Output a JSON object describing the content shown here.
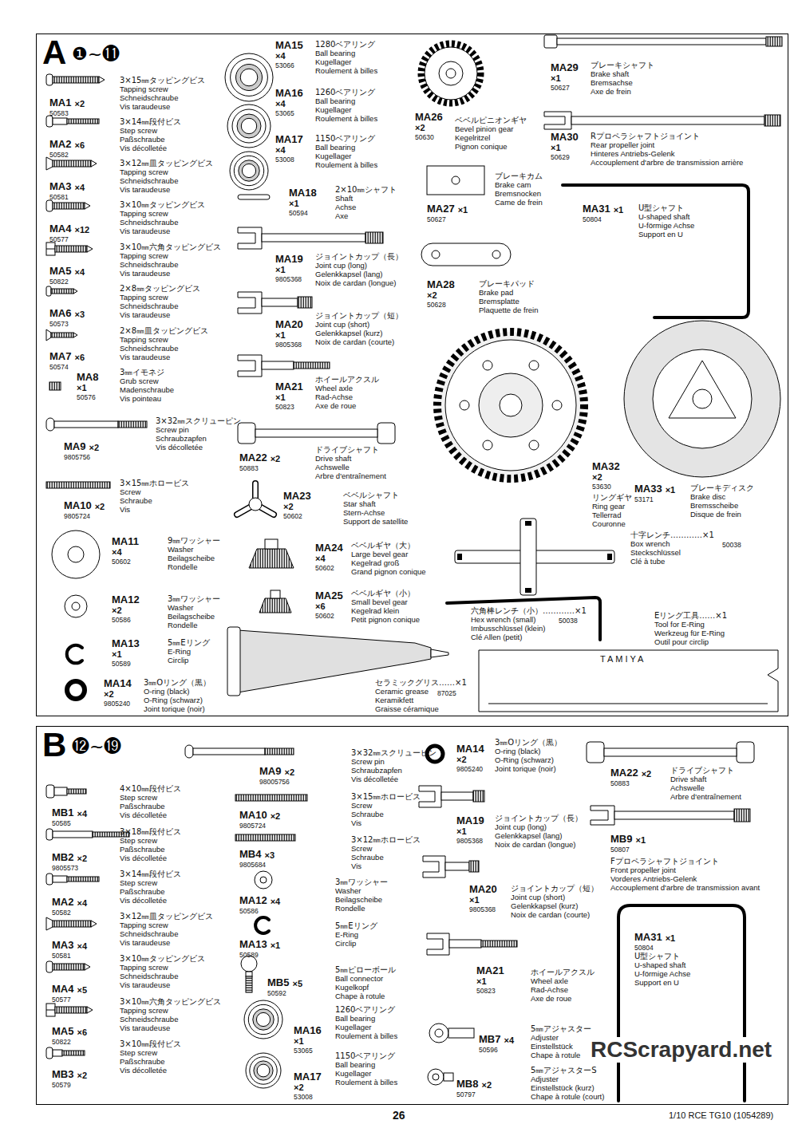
{
  "diagram": {
    "nodes": [
      {
        "text": [
          "A",
          "❶~⓫"
        ]
      },
      {
        "text": [
          "B",
          "⓬~⓳"
        ]
      }
    ],
    "labels": [
      "MA1",
      "×2",
      "50583",
      "3×15㎜タッピングビス",
      "Tapping screw",
      "Schneidschraube",
      "Vis taraudeuse",
      "MA2",
      "×6",
      "50582",
      "3×14㎜段付ビス",
      "Step screw",
      "Paßschraube",
      "Vis décolletée",
      "MA3",
      "×4",
      "50581",
      "3×12㎜皿タッピングビス",
      "Tapping screw",
      "Schneidschraube",
      "Vis taraudeuse",
      "MA4",
      "×12",
      "50577",
      "3×10㎜タッピングビス",
      "Tapping screw",
      "Schneidschraube",
      "Vis taraudeuse",
      "MA5",
      "×4",
      "50822",
      "3×10㎜六角タッピングビス",
      "Tapping screw",
      "Schneidschraube",
      "Vis taraudeuse",
      "MA6",
      "×3",
      "50573",
      "2×8㎜タッピングビス",
      "Tapping screw",
      "Schneidschraube",
      "Vis taraudeuse",
      "MA7",
      "×6",
      "50574",
      "2×8㎜皿タッピングビス",
      "Tapping screw",
      "Schneidschraube",
      "Vis taraudeuse",
      "MA8",
      "×1",
      "50576",
      "3㎜イモネジ",
      "Grub screw",
      "Madenschraube",
      "Vis pointeau",
      "MA9",
      "×2",
      "9805756",
      "3×32㎜スクリューピン",
      "Screw pin",
      "Schraubzapfen",
      "Vis décolletée",
      "MA10",
      "×2",
      "9805724",
      "3×15㎜ホロービス",
      "Screw",
      "Schraube",
      "Vis",
      "MA11",
      "×4",
      "50602",
      "9㎜ワッシャー",
      "Washer",
      "Beilagscheibe",
      "Rondelle",
      "MA12",
      "×2",
      "50586",
      "3㎜ワッシャー",
      "Washer",
      "Beilagscheibe",
      "Rondelle",
      "MA13",
      "×1",
      "50589",
      "5㎜Eリング",
      "E-Ring",
      "Circlip",
      "MA14",
      "×2",
      "9805240",
      "3㎜Oリング（黒）",
      "O-ring (black)",
      "O-Ring (schwarz)",
      "Joint torique (noir)",
      "MA15",
      "×4",
      "53066",
      "1280ベアリング",
      "Ball bearing",
      "Kugellager",
      "Roulement à billes",
      "MA16",
      "×4",
      "53065",
      "1260ベアリング",
      "Ball bearing",
      "Kugellager",
      "Roulement à billes",
      "MA17",
      "×4",
      "53008",
      "1150ベアリング",
      "Ball bearing",
      "Kugellager",
      "Roulement à billes",
      "MA18",
      "×1",
      "50594",
      "2×10㎜シャフト",
      "Shaft",
      "Achse",
      "Axe",
      "MA19",
      "×1",
      "9805368",
      "ジョイントカップ（長）",
      "Joint cup (long)",
      "Gelenkkapsel (lang)",
      "Noix de cardan (longue)",
      "MA20",
      "×1",
      "9805368",
      "ジョイントカップ（短）",
      "Joint cup (short)",
      "Gelenkkapsel (kurz)",
      "Noix de cardan (courte)",
      "MA21",
      "×1",
      "50823",
      "ホイールアクスル",
      "Wheel axle",
      "Rad-Achse",
      "Axe de roue",
      "MA22",
      "×2",
      "50883",
      "ドライブシャフト",
      "Drive shaft",
      "Achswelle",
      "Arbre d'entraînement",
      "MA23",
      "×2",
      "50602",
      "ベベルシャフト",
      "Star shaft",
      "Stern-Achse",
      "Support de satellite",
      "MA24",
      "×4",
      "50602",
      "ベベルギヤ（大）",
      "Large bevel gear",
      "Kegelrad groß",
      "Grand pignon conique",
      "MA25",
      "×6",
      "50602",
      "ベベルギヤ（小）",
      "Small bevel gear",
      "Kegelrad klein",
      "Petit pignon conique",
      "セラミックグリス……×1",
      "Ceramic grease",
      "Keramikfett",
      "Graisse céramique",
      "87025",
      "MA26",
      "×2",
      "50630",
      "ベベルピニオンギヤ",
      "Bevel pinion gear",
      "Kegelritzel",
      "Pignon conique",
      "MA27",
      "×1",
      "50627",
      "ブレーキカム",
      "Brake cam",
      "Bremsnocken",
      "Came de frein",
      "MA28",
      "×2",
      "50628",
      "ブレーキパッド",
      "Brake pad",
      "Bremsplatte",
      "Plaquette de frein",
      "MA29",
      "×1",
      "50627",
      "ブレーキシャフト",
      "Brake shaft",
      "Bremsachse",
      "Axe de frein",
      "MA30",
      "×1",
      "50629",
      "Rプロペラシャフトジョイント",
      "Rear propeller joint",
      "Hinteres Antriebs-Gelenk",
      "Accouplement d'arbre de transmission arrière",
      "MA31",
      "×1",
      "50804",
      "U型シャフト",
      "U-shaped shaft",
      "U-förmige Achse",
      "Support en U",
      "MA32",
      "×2",
      "53630",
      "リングギヤ",
      "Ring gear",
      "Tellerrad",
      "Couronne",
      "MA33",
      "×1",
      "53171",
      "ブレーキディスク",
      "Brake disc",
      "Bremsscheibe",
      "Disque de frein",
      "十字レンチ…………×1",
      "Box wrench",
      "Steckschlüssel",
      "Clé à tube",
      "50038",
      "六角棒レンチ（小）…………×1",
      "Hex wrench (small)",
      "Imbusschlüssel (klein)",
      "Clé Allen (petit)",
      "50038",
      "Eリング工具……×1",
      "Tool for E-Ring",
      "Werkzeug für E-Ring",
      "Outil pour circlip",
      "TAMIYA",
      "MB1",
      "×4",
      "50585",
      "4×10㎜段付ビス",
      "Step screw",
      "Paßschraube",
      "Vis décolletée",
      "MB2",
      "×2",
      "9805573",
      "3×18㎜段付ビス",
      "Step screw",
      "Paßschraube",
      "Vis décolletée",
      "MA2",
      "×4",
      "50582",
      "3×14㎜段付ビス",
      "Step screw",
      "Paßschraube",
      "Vis décolletée",
      "MA3",
      "×4",
      "50581",
      "3×12㎜皿タッピングビス",
      "Tapping screw",
      "Schneidschraube",
      "Vis taraudeuse",
      "MA4",
      "×5",
      "50577",
      "3×10㎜タッピングビス",
      "Tapping screw",
      "Schneidschraube",
      "Vis taraudeuse",
      "MA5",
      "×6",
      "50822",
      "3×10㎜六角タッピングビス",
      "Tapping screw",
      "Schneidschraube",
      "Vis taraudeuse",
      "MB3",
      "×2",
      "50579",
      "3×10㎜段付ビス",
      "Step screw",
      "Paßschraube",
      "Vis décolletée",
      "MA9",
      "×2",
      "98005756",
      "3×32㎜スクリューピン",
      "Screw pin",
      "Schraubzapfen",
      "Vis décolletée",
      "MA10",
      "×2",
      "9805724",
      "3×15㎜ホロービス",
      "Screw",
      "Schraube",
      "Vis",
      "MB4",
      "×3",
      "9805684",
      "3×12㎜ホロービス",
      "Screw",
      "Schraube",
      "Vis",
      "MA12",
      "×4",
      "50586",
      "3㎜ワッシャー",
      "Washer",
      "Beilagscheibe",
      "Rondelle",
      "MA13",
      "×1",
      "50589",
      "5㎜Eリング",
      "E-Ring",
      "Circlip",
      "MB5",
      "×5",
      "50592",
      "5㎜ピローボール",
      "Ball connector",
      "Kugelkopf",
      "Chape à rotule",
      "MA16",
      "×1",
      "53065",
      "1260ベアリング",
      "Ball bearing",
      "Kugellager",
      "Roulement à billes",
      "MA17",
      "×2",
      "53008",
      "1150ベアリング",
      "Ball bearing",
      "Kugellager",
      "Roulement à billes",
      "MA14",
      "×2",
      "9805240",
      "3㎜Oリング（黒）",
      "O-ring (black)",
      "O-Ring (schwarz)",
      "Joint torique (noir)",
      "MA19",
      "×1",
      "9805368",
      "ジョイントカップ（長）",
      "Joint cup (long)",
      "Gelenkkapsel (lang)",
      "Noix de cardan (longue)",
      "MA20",
      "×1",
      "9805368",
      "ジョイントカップ（短）",
      "Joint cup (short)",
      "Gelenkkapsel (kurz)",
      "Noix de cardan (courte)",
      "MA21",
      "×1",
      "50823",
      "ホイールアクスル",
      "Wheel axle",
      "Rad-Achse",
      "Axe de roue",
      "MB7",
      "×4",
      "50596",
      "5㎜アジャスター",
      "Adjuster",
      "Einstellstück",
      "Chape à rotule",
      "MB8",
      "×2",
      "50797",
      "5㎜アジャスターS",
      "Adjuster",
      "Einstellstück (kurz)",
      "Chape à rotule (court)",
      "MA22",
      "×2",
      "50883",
      "ドライブシャフト",
      "Drive shaft",
      "Achswelle",
      "Arbre d'entraînement",
      "MB9",
      "×1",
      "50807",
      "Fプロペラシャフトジョイント",
      "Front propeller joint",
      "Vorderes Antriebs-Gelenk",
      "Accouplement d'arbre de transmission avant",
      "MA31",
      "×1",
      "50804",
      "U型シャフト",
      "U-shaped shaft",
      "U-förmige Achse",
      "Support en U",
      "RCScrapyard.net",
      "26",
      "1/10 RCE TG10 (1054289)"
    ]
  }
}
